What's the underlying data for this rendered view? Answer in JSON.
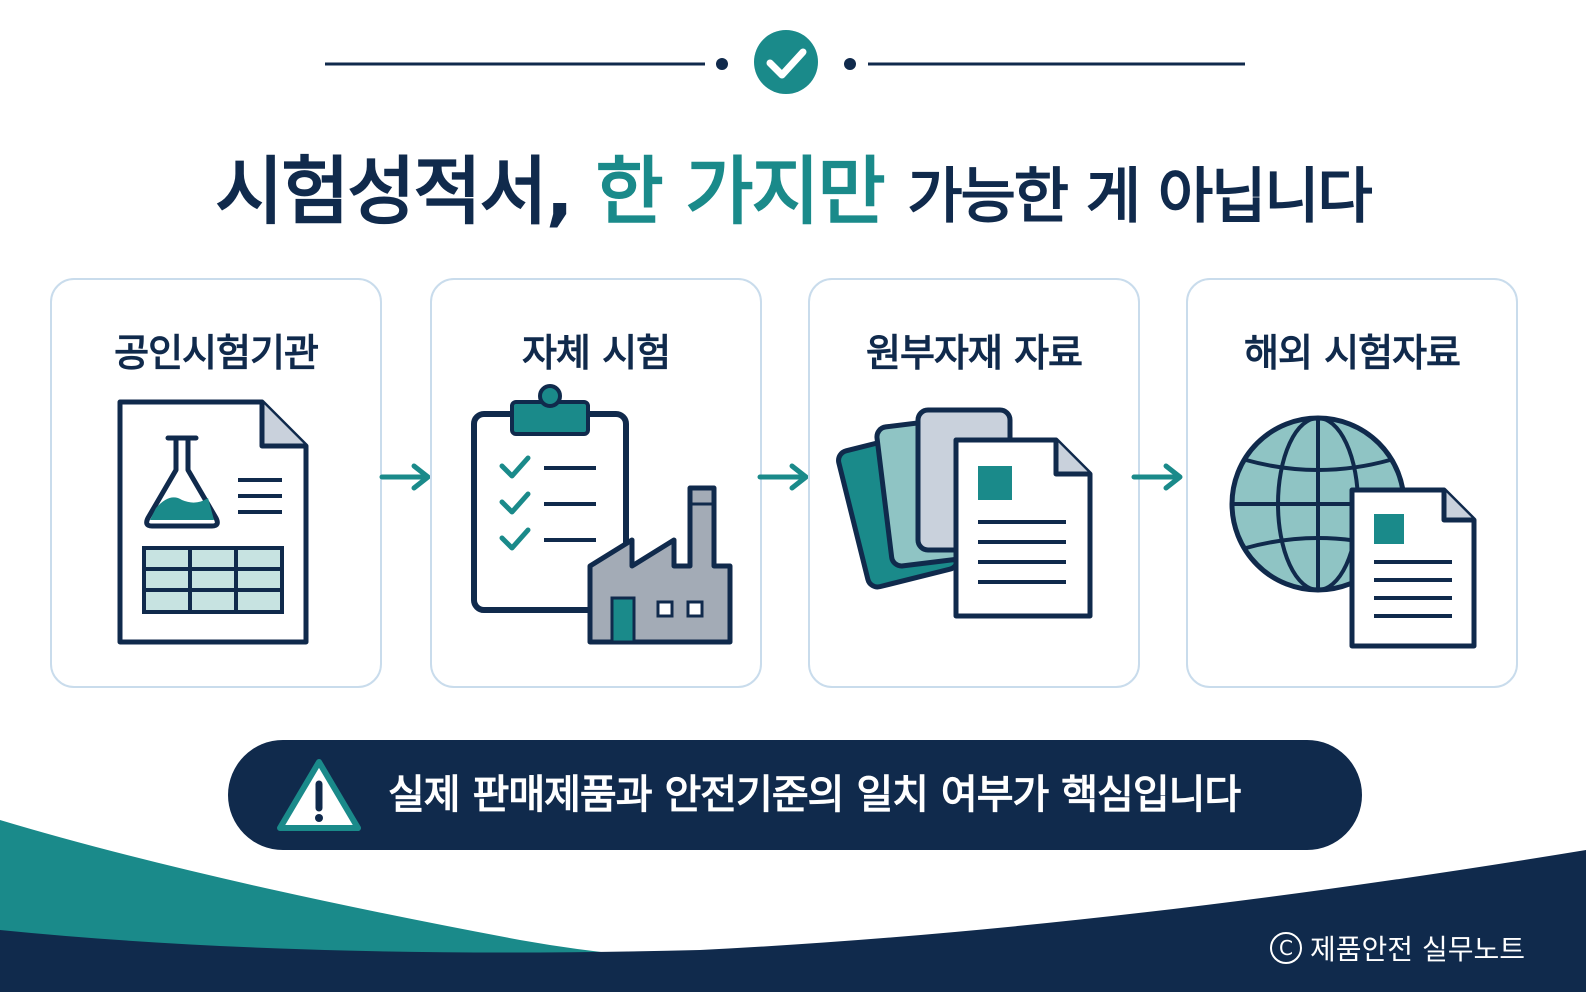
{
  "headline": {
    "part1": "시험성적서,",
    "highlight": "한 가지만",
    "part2": "가능한 게 아닙니다"
  },
  "cards": [
    {
      "title": "공인시험기관",
      "icon": "lab-report-icon"
    },
    {
      "title": "자체 시험",
      "icon": "clipboard-factory-icon"
    },
    {
      "title": "원부자재 자료",
      "icon": "material-documents-icon"
    },
    {
      "title": "해외 시험자료",
      "icon": "globe-document-icon"
    }
  ],
  "warning": {
    "text": "실제 판매제품과 안전기준의 일치 여부가 핵심입니다",
    "icon": "warning-triangle-icon"
  },
  "credit": {
    "symbol": "C",
    "text": "제품안전 실무노트"
  },
  "colors": {
    "navy": "#102a4c",
    "teal": "#1a8a8a",
    "light_teal": "#8fc4c4",
    "card_border": "#c9dcec"
  }
}
